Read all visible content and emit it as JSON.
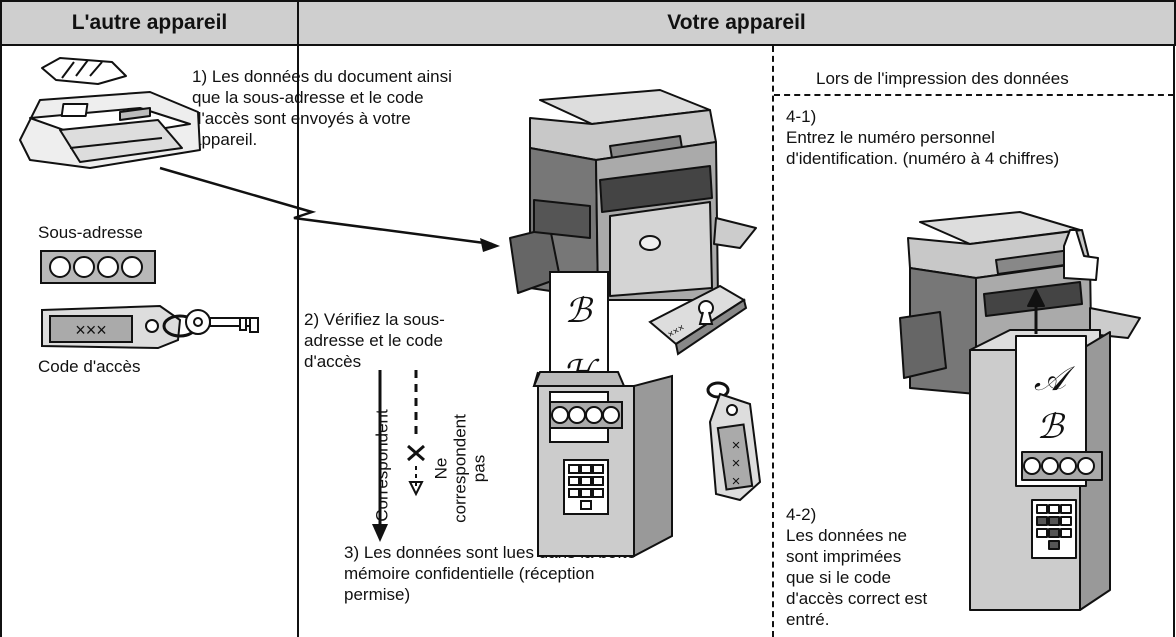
{
  "headers": {
    "left": "L'autre appareil",
    "right": "Votre appareil"
  },
  "left_panel": {
    "subaddress_label": "Sous-adresse",
    "access_code_label": "Code d'accès",
    "access_code_symbols": "×××"
  },
  "steps": {
    "step1": "1) Les données du document ainsi\n     que la sous-adresse et le code\n     d'accès sont envoyés à votre\n     appareil.",
    "step2": "2)  Vérifiez la sous-\n     adresse et le code\n     d'accès",
    "step3": "3)  Les données sont lues dans la boîte\n     mémoire confidentielle (réception\n     permise)",
    "match_label": "Correspondent",
    "no_match_label": "Ne\ncorrespondent\npas"
  },
  "print_section": {
    "title": "Lors de l'impression des données",
    "step41": "4-1)\nEntrez le numéro personnel\nd'identification. (numéro à 4 chiffres)",
    "step42": "4-2)\nLes données ne\nsont imprimées\nque si le code\nd'accès correct est\nentré."
  }
}
